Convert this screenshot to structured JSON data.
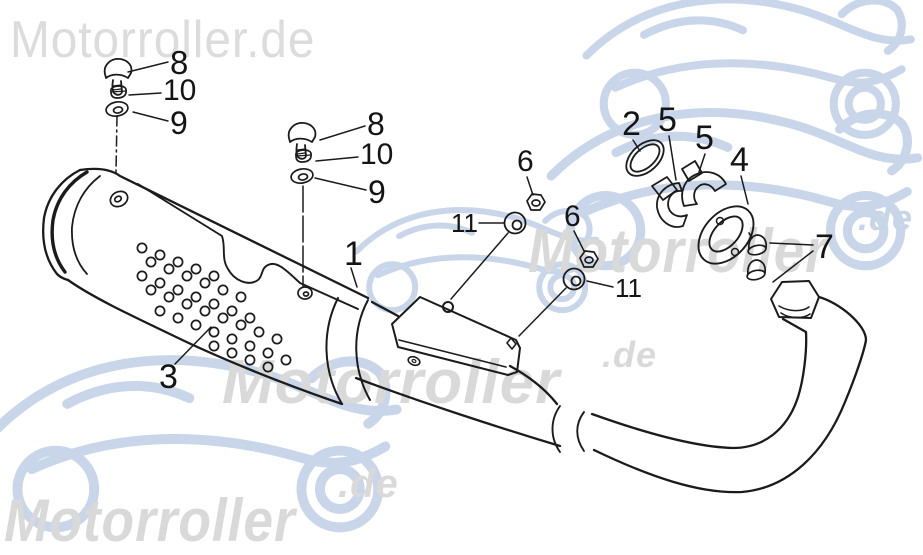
{
  "watermarks": {
    "brand_full": "Motorroller.de",
    "brand": "Motorroller",
    "tld": ".de"
  },
  "colors": {
    "line": "#1b1b1b",
    "watermark_gray": "#d9d9d9",
    "watermark_blue": "#c9d6ea",
    "background": "#ffffff"
  },
  "diagram": {
    "callouts": [
      {
        "id": "8-upper",
        "label": "8"
      },
      {
        "id": "10-upper",
        "label": "10"
      },
      {
        "id": "9-upper",
        "label": "9"
      },
      {
        "id": "8-lower",
        "label": "8"
      },
      {
        "id": "10-lower",
        "label": "10"
      },
      {
        "id": "9-lower",
        "label": "9"
      },
      {
        "id": "1-muffler",
        "label": "1"
      },
      {
        "id": "11-left",
        "label": "11"
      },
      {
        "id": "6-left",
        "label": "6"
      },
      {
        "id": "6-right",
        "label": "6"
      },
      {
        "id": "11-right",
        "label": "11"
      },
      {
        "id": "2-gasket",
        "label": "2"
      },
      {
        "id": "5-left",
        "label": "5"
      },
      {
        "id": "5-right",
        "label": "5"
      },
      {
        "id": "4-flange",
        "label": "4"
      },
      {
        "id": "7-nuts",
        "label": "7"
      },
      {
        "id": "3-shield",
        "label": "3"
      }
    ]
  }
}
